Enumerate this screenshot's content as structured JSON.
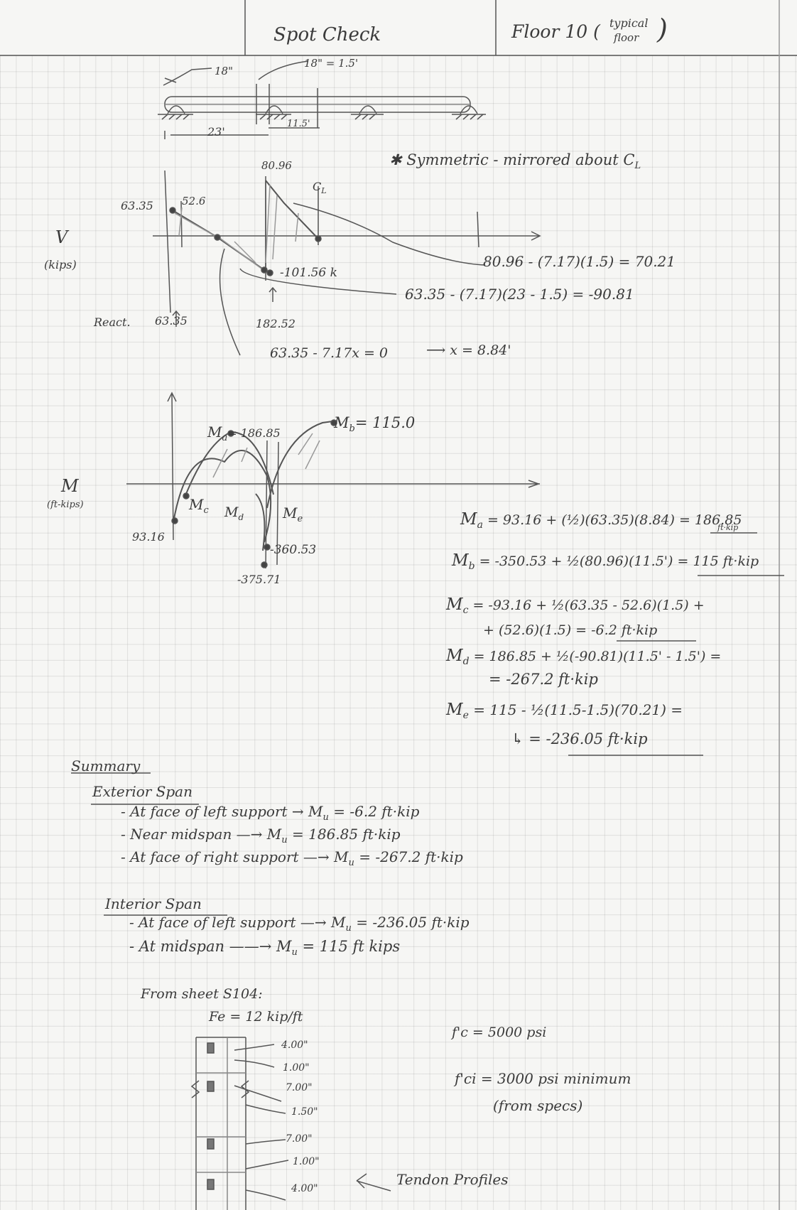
{
  "header": {
    "title": "Spot Check",
    "floor": "Floor 10 (",
    "floor_note_1": "typical",
    "floor_note_2": "floor",
    "floor_close": ")"
  },
  "beam_sketch": {
    "dim_support": "18\"",
    "dim_support2": "18\" = 1.5'",
    "span_exterior": "23'",
    "span_interior_half": "11.5'"
  },
  "shear_diagram": {
    "axis_label": "V",
    "axis_units": "(kips)",
    "note": "✱ Symmetric - mirrored about C",
    "note_sub": "L",
    "centerline": "C",
    "centerline_sub": "L",
    "val_80_96": "80.96",
    "val_63_35": "63.35",
    "val_52_6": "52.6",
    "val_neg_101": "-101.56 k",
    "react_label": "React.",
    "react_1": "63.35",
    "react_2": "182.52",
    "calc_1": "80.96 - (7.17)(1.5) = 70.21",
    "calc_2": "63.35 - (7.17)(23 - 1.5) = -90.81",
    "calc_3": "63.35 - 7.17x = 0",
    "calc_3_result": "x = 8.84'"
  },
  "moment_diagram": {
    "axis_label": "M",
    "axis_units": "(ft-kips)",
    "ma_label": "M",
    "ma_sub": "a",
    "ma_value": "= 186.85",
    "mb_label": "M",
    "mb_sub": "b",
    "mb_value": "= 115.0",
    "mc_label": "M",
    "mc_sub": "c",
    "md_label": "M",
    "md_sub": "d",
    "me_label": "M",
    "me_sub": "e",
    "val_93_16": "93.16",
    "val_360_53": "-360.53",
    "val_375_71": "-375.71"
  },
  "moment_calcs": {
    "ma": "M",
    "ma_sub": "a",
    "ma_eq": "= 93.16 + (½)(63.35)(8.84) = ",
    "ma_result": "186.85",
    "ma_unit": "ft·kip",
    "mb": "M",
    "mb_sub": "b",
    "mb_eq": "= -350.53 + ½(80.96)(11.5') = ",
    "mb_result": "115 ft·kip",
    "mc": "M",
    "mc_sub": "c",
    "mc_eq1": "= -93.16 + ½(63.35 - 52.6)(1.5) +",
    "mc_eq2": "+ (52.6)(1.5) = ",
    "mc_result": "-6.2 ft·kip",
    "md": "M",
    "md_sub": "d",
    "md_eq1": "= 186.85 + ½(-90.81)(11.5' - 1.5') =",
    "md_eq2": "= -267.2 ft·kip",
    "me": "M",
    "me_sub": "e",
    "me_eq1": "= 115 - ½(11.5-1.5)(70.21) =",
    "me_eq2": "↳ = -236.05 ft·kip"
  },
  "summary": {
    "title": "Summary",
    "exterior_title": "Exterior Span",
    "ext_1": "- At face of left support → M",
    "ext_1_sub": "u",
    "ext_1_val": "= -6.2 ft·kip",
    "ext_2": "- Near midspan —→ M",
    "ext_2_sub": "u",
    "ext_2_val": "= 186.85 ft·kip",
    "ext_3": "- At face of right support —→ M",
    "ext_3_sub": "u",
    "ext_3_val": "= -267.2 ft·kip",
    "interior_title": "Interior Span",
    "int_1": "- At face of left support —→ M",
    "int_1_sub": "u",
    "int_1_val": "= -236.05 ft·kip",
    "int_2": "- At midspan ——→ M",
    "int_2_sub": "u",
    "int_2_val": "= 115 ft kips"
  },
  "tendon": {
    "from_sheet": "From sheet S104:",
    "fe": "Fe = 12 kip/ft",
    "dims": [
      "4.00\"",
      "1.00\"",
      "7.00\"",
      "1.50\"",
      "7.00\"",
      "1.00\"",
      "4.00\""
    ],
    "fc": "f'c = 5000 psi",
    "fci": "f'ci = 3000 psi minimum",
    "fci_note": "(from specs)",
    "profiles_label": "Tendon Profiles"
  }
}
